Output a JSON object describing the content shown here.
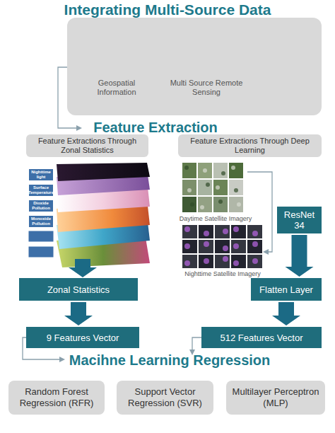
{
  "diagram": {
    "title": "Integrating Multi-Source Data",
    "nodes": [
      {
        "text": [
          "Geospatial Information",
          "Multi Source Remote Sensing"
        ]
      },
      {
        "text": [
          "Feature Extractions Through Zonal Statistics"
        ]
      },
      {
        "text": [
          "Feature Extractions Through Deep Learning"
        ]
      },
      {
        "text": [
          "Nighttime light"
        ]
      },
      {
        "text": [
          "Surface Temperature"
        ]
      },
      {
        "text": [
          "Dioxide Pollution"
        ]
      },
      {
        "text": [
          "Monoxide Pollution"
        ]
      },
      {
        "text": [
          "ResNet 34"
        ]
      },
      {
        "text": [
          "Zonal Statistics"
        ]
      },
      {
        "text": [
          "Flatten Layer"
        ]
      },
      {
        "text": [
          "9 Features Vector"
        ]
      },
      {
        "text": [
          "512 Features Vector"
        ]
      },
      {
        "text": [
          "Random Forest Regression (RFR)"
        ]
      },
      {
        "text": [
          "Support Vector Regression (SVR)"
        ]
      },
      {
        "text": [
          "Multilayer Perceptron (MLP)"
        ]
      }
    ],
    "edges": [
      {
        "from": 7,
        "to": 9,
        "arrow": "to"
      },
      {
        "from": 8,
        "to": 10,
        "arrow": "to"
      },
      {
        "from": 9,
        "to": 11,
        "arrow": "to"
      }
    ],
    "labels": [
      "Feature Extraction",
      "Daytime Satellite Imagery",
      "Nighttime Satellite Imagery",
      "Macihne Learning Regression"
    ]
  }
}
